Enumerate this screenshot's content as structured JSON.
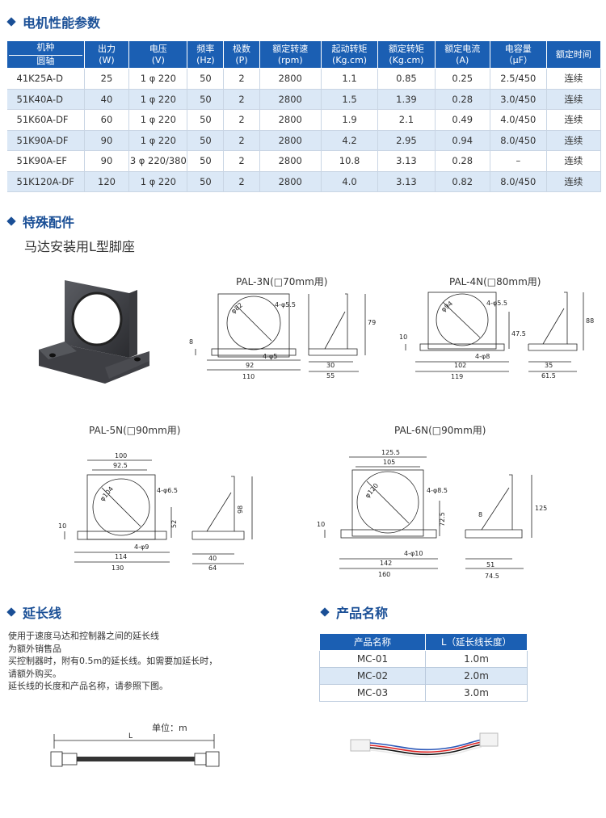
{
  "sections": {
    "motor": "电机性能参数",
    "accessories": "特殊配件",
    "cable": "延长线",
    "product": "产品名称"
  },
  "motor_table": {
    "header_col1_top": "机种",
    "header_col1_bottom": "圆轴",
    "headers": [
      {
        "l1": "出力",
        "l2": "(W)"
      },
      {
        "l1": "电压",
        "l2": "(V)"
      },
      {
        "l1": "频率",
        "l2": "(Hz)"
      },
      {
        "l1": "极数",
        "l2": "(P)"
      },
      {
        "l1": "额定转速",
        "l2": "(rpm)"
      },
      {
        "l1": "起动转矩",
        "l2": "(Kg.cm)"
      },
      {
        "l1": "额定转矩",
        "l2": "(Kg.cm)"
      },
      {
        "l1": "额定电流",
        "l2": "(A)"
      },
      {
        "l1": "电容量",
        "l2": "（μF）"
      },
      {
        "l1": "额定时间",
        "l2": ""
      }
    ],
    "rows": [
      [
        "41K25A-D",
        "25",
        "1 φ 220",
        "50",
        "2",
        "2800",
        "1.1",
        "0.85",
        "0.25",
        "2.5/450",
        "连续"
      ],
      [
        "51K40A-D",
        "40",
        "1 φ 220",
        "50",
        "2",
        "2800",
        "1.5",
        "1.39",
        "0.28",
        "3.0/450",
        "连续"
      ],
      [
        "51K60A-DF",
        "60",
        "1 φ 220",
        "50",
        "2",
        "2800",
        "1.9",
        "2.1",
        "0.49",
        "4.0/450",
        "连续"
      ],
      [
        "51K90A-DF",
        "90",
        "1 φ 220",
        "50",
        "2",
        "2800",
        "4.2",
        "2.95",
        "0.94",
        "8.0/450",
        "连续"
      ],
      [
        "51K90A-EF",
        "90",
        "3 φ 220/380",
        "50",
        "2",
        "2800",
        "10.8",
        "3.13",
        "0.28",
        "–",
        "连续"
      ],
      [
        "51K120A-DF",
        "120",
        "1 φ 220",
        "50",
        "2",
        "2800",
        "4.0",
        "3.13",
        "0.82",
        "8.0/450",
        "连续"
      ]
    ]
  },
  "accessories": {
    "subtitle": "马达安装用L型脚座",
    "drawings": [
      {
        "name": "PAL-3N(□70mm用)",
        "d_circle": "φ82",
        "holes": "4-φ5.5",
        "slot": "4-φ5",
        "w1": "92",
        "w2": "110",
        "h": "79",
        "side_a": "30",
        "side_b": "55",
        "thick": "8"
      },
      {
        "name": "PAL-4N(□80mm用)",
        "d_circle": "φ94",
        "holes": "4-φ5.5",
        "slot": "4-φ8",
        "w1": "102",
        "w2": "119",
        "h": "88",
        "h2": "47.5",
        "side_a": "35",
        "side_b": "61.5",
        "thick": "10"
      },
      {
        "name": "PAL-5N(□90mm用)",
        "d_circle": "φ104",
        "holes": "4-φ6.5",
        "slot": "4-φ9",
        "top1": "100",
        "top2": "92.5",
        "w1": "114",
        "w2": "130",
        "h": "98",
        "h2": "52",
        "side_a": "40",
        "side_b": "64",
        "thick": "10"
      },
      {
        "name": "PAL-6N(□90mm用)",
        "d_circle": "φ120",
        "holes": "4-φ8.5",
        "slot": "4-φ10",
        "top1": "125.5",
        "top2": "105",
        "w1": "142",
        "w2": "160",
        "h": "125",
        "h2": "72.5",
        "side_a": "51",
        "side_b": "74.5",
        "thick": "10",
        "thick2": "8"
      }
    ]
  },
  "cable": {
    "lines": [
      "使用于速度马达和控制器之间的延长线",
      "为额外销售品",
      "买控制器时，附有0.5m的延长线。如需要加延长时，",
      "请额外购买。",
      "延长线的长度和产品名称，请参照下图。"
    ],
    "unit": "单位：m",
    "length_label": "L"
  },
  "product_table": {
    "headers": [
      "产品名称",
      "L（延长线长度）"
    ],
    "rows": [
      [
        "MC-01",
        "1.0m"
      ],
      [
        "MC-02",
        "2.0m"
      ],
      [
        "MC-03",
        "3.0m"
      ]
    ]
  },
  "colors": {
    "accent": "#1a4f96",
    "header_bg": "#1b5fb3",
    "row_alt": "#dbe8f6"
  }
}
